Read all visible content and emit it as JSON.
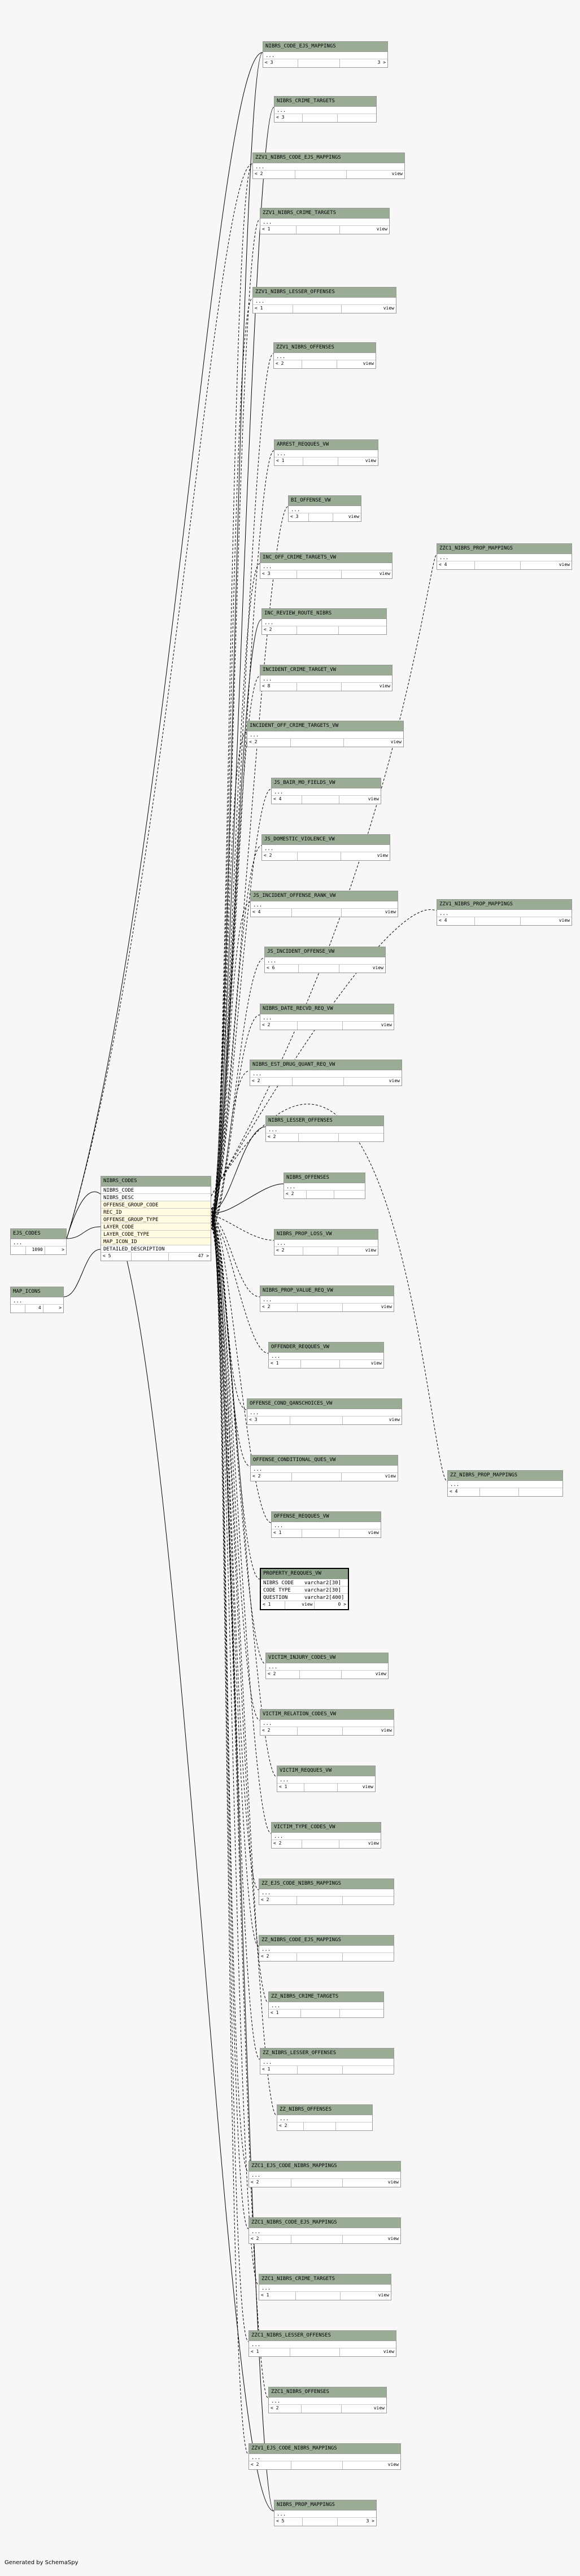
{
  "generated_by": "Generated by SchemaSpy",
  "tables": [
    {
      "name": "EJS_CODES",
      "rows": [
        "..."
      ],
      "footer": [
        "",
        "1090",
        ">"
      ]
    },
    {
      "name": "MAP_ICONS",
      "rows": [
        "..."
      ],
      "footer": [
        "",
        "4",
        ">"
      ]
    },
    {
      "name": "NIBRS_CODES",
      "rows": [
        "NIBRS_CODE",
        "NIBRS_DESC",
        "OFFENSE_GROUP_CODE",
        "REC_ID",
        "OFFENSE_GROUP_TYPE",
        "LAYER_CODE",
        "LAYER_CODE_TYPE",
        "MAP_ICON_ID",
        "DETAILED_DESCRIPTION"
      ],
      "footer": [
        "< 5",
        "",
        "47 >"
      ]
    },
    {
      "name": "NIBRS_CODE_EJS_MAPPINGS",
      "rows": [
        "..."
      ],
      "footer": [
        "< 3",
        "",
        "3 >"
      ]
    },
    {
      "name": "NIBRS_CRIME_TARGETS",
      "rows": [
        "..."
      ],
      "footer": [
        "< 3",
        "",
        ""
      ]
    },
    {
      "name": "ZZV1_NIBRS_CODE_EJS_MAPPINGS",
      "rows": [
        "..."
      ],
      "footer": [
        "< 2",
        "",
        "view"
      ]
    },
    {
      "name": "ZZV1_NIBRS_CRIME_TARGETS",
      "rows": [
        "..."
      ],
      "footer": [
        "< 1",
        "",
        "view"
      ]
    },
    {
      "name": "ZZV1_NIBRS_LESSER_OFFENSES",
      "rows": [
        "..."
      ],
      "footer": [
        "< 1",
        "",
        "view"
      ]
    },
    {
      "name": "ZZV1_NIBRS_OFFENSES",
      "rows": [
        "..."
      ],
      "footer": [
        "< 2",
        "",
        "view"
      ]
    },
    {
      "name": "ARREST_REQQUES_VW",
      "rows": [
        "..."
      ],
      "footer": [
        "< 1",
        "",
        "view"
      ]
    },
    {
      "name": "BI_OFFENSE_VW",
      "rows": [
        "..."
      ],
      "footer": [
        "< 3",
        "",
        "view"
      ]
    },
    {
      "name": "INC_OFF_CRIME_TARGETS_VW",
      "rows": [
        "..."
      ],
      "footer": [
        "< 3",
        "",
        "view"
      ]
    },
    {
      "name": "INC_REVIEW_ROUTE_NIBRS",
      "rows": [
        "..."
      ],
      "footer": [
        "< 2",
        "",
        ""
      ]
    },
    {
      "name": "INCIDENT_CRIME_TARGET_VW",
      "rows": [
        "..."
      ],
      "footer": [
        "< 8",
        "",
        "view"
      ]
    },
    {
      "name": "INCIDENT_OFF_CRIME_TARGETS_VW",
      "rows": [
        "..."
      ],
      "footer": [
        "< 2",
        "",
        "view"
      ]
    },
    {
      "name": "JS_BAIR_MO_FIELDS_VW",
      "rows": [
        "..."
      ],
      "footer": [
        "< 4",
        "",
        "view"
      ]
    },
    {
      "name": "JS_DOMESTIC_VIOLENCE_VW",
      "rows": [
        "..."
      ],
      "footer": [
        "< 2",
        "",
        "view"
      ]
    },
    {
      "name": "JS_INCIDENT_OFFENSE_RANK_VW",
      "rows": [
        "..."
      ],
      "footer": [
        "< 4",
        "",
        "view"
      ]
    },
    {
      "name": "JS_INCIDENT_OFFENSE_VW",
      "rows": [
        "..."
      ],
      "footer": [
        "< 6",
        "",
        "view"
      ]
    },
    {
      "name": "NIBRS_DATE_RECVD_REQ_VW",
      "rows": [
        "..."
      ],
      "footer": [
        "< 2",
        "",
        "view"
      ]
    },
    {
      "name": "NIBRS_EST_DRUG_QUANT_REQ_VW",
      "rows": [
        "..."
      ],
      "footer": [
        "< 2",
        "",
        "view"
      ]
    },
    {
      "name": "NIBRS_LESSER_OFFENSES",
      "rows": [
        "..."
      ],
      "footer": [
        "< 2",
        "",
        ""
      ]
    },
    {
      "name": "NIBRS_OFFENSES",
      "rows": [
        "..."
      ],
      "footer": [
        "< 2",
        "",
        ""
      ]
    },
    {
      "name": "NIBRS_PROP_LOSS_VW",
      "rows": [
        "..."
      ],
      "footer": [
        "< 2",
        "",
        "view"
      ]
    },
    {
      "name": "NIBRS_PROP_VALUE_REQ_VW",
      "rows": [
        "..."
      ],
      "footer": [
        "< 2",
        "",
        "view"
      ]
    },
    {
      "name": "OFFENDER_REQQUES_VW",
      "rows": [
        "..."
      ],
      "footer": [
        "< 1",
        "",
        "view"
      ]
    },
    {
      "name": "OFFENSE_COND_QANSCHOICES_VW",
      "rows": [
        "..."
      ],
      "footer": [
        "< 3",
        "",
        "view"
      ]
    },
    {
      "name": "OFFENSE_CONDITIONAL_QUES_VW",
      "rows": [
        "..."
      ],
      "footer": [
        "< 2",
        "",
        "view"
      ]
    },
    {
      "name": "OFFENSE_REQQUES_VW",
      "rows": [
        "..."
      ],
      "footer": [
        "< 1",
        "",
        "view"
      ]
    },
    {
      "name": "PROPERTY_REQQUES_VW",
      "rows": [
        "..."
      ],
      "footer": [
        "< 1",
        "view",
        "0 >"
      ]
    },
    {
      "name": "VICTIM_INJURY_CODES_VW",
      "rows": [
        "..."
      ],
      "footer": [
        "< 2",
        "",
        "view"
      ]
    },
    {
      "name": "VICTIM_RELATION_CODES_VW",
      "rows": [
        "..."
      ],
      "footer": [
        "< 2",
        "",
        "view"
      ]
    },
    {
      "name": "VICTIM_REQQUES_VW",
      "rows": [
        "..."
      ],
      "footer": [
        "< 1",
        "",
        "view"
      ]
    },
    {
      "name": "VICTIM_TYPE_CODES_VW",
      "rows": [
        "..."
      ],
      "footer": [
        "< 2",
        "",
        "view"
      ]
    },
    {
      "name": "ZZ_EJS_CODE_NIBRS_MAPPINGS",
      "rows": [
        "..."
      ],
      "footer": [
        "< 2",
        "",
        ""
      ]
    },
    {
      "name": "ZZ_NIBRS_CODE_EJS_MAPPINGS",
      "rows": [
        "..."
      ],
      "footer": [
        "< 2",
        "",
        ""
      ]
    },
    {
      "name": "ZZ_NIBRS_CRIME_TARGETS",
      "rows": [
        "..."
      ],
      "footer": [
        "< 1",
        "",
        ""
      ]
    },
    {
      "name": "ZZ_NIBRS_LESSER_OFFENSES",
      "rows": [
        "..."
      ],
      "footer": [
        "< 1",
        "",
        ""
      ]
    },
    {
      "name": "ZZ_NIBRS_OFFENSES",
      "rows": [
        "..."
      ],
      "footer": [
        "< 2",
        "",
        ""
      ]
    },
    {
      "name": "ZZC1_EJS_CODE_NIBRS_MAPPINGS",
      "rows": [
        "..."
      ],
      "footer": [
        "< 2",
        "",
        "view"
      ]
    },
    {
      "name": "ZZC1_NIBRS_CODE_EJS_MAPPINGS",
      "rows": [
        "..."
      ],
      "footer": [
        "< 2",
        "",
        "view"
      ]
    },
    {
      "name": "ZZC1_NIBRS_CRIME_TARGETS",
      "rows": [
        "..."
      ],
      "footer": [
        "< 1",
        "",
        "view"
      ]
    },
    {
      "name": "ZZC1_NIBRS_LESSER_OFFENSES",
      "rows": [
        "..."
      ],
      "footer": [
        "< 1",
        "",
        "view"
      ]
    },
    {
      "name": "ZZC1_NIBRS_OFFENSES",
      "rows": [
        "..."
      ],
      "footer": [
        "< 2",
        "",
        "view"
      ]
    },
    {
      "name": "ZZV1_EJS_CODE_NIBRS_MAPPINGS",
      "rows": [
        "..."
      ],
      "footer": [
        "< 2",
        "",
        "view"
      ]
    },
    {
      "name": "NIBRS_PROP_MAPPINGS",
      "rows": [
        "..."
      ],
      "footer": [
        "< 5",
        "",
        "3 >"
      ]
    },
    {
      "name": "ZZC1_NIBRS_PROP_MAPPINGS",
      "rows": [
        "..."
      ],
      "footer": [
        "< 4",
        "",
        "view"
      ]
    },
    {
      "name": "ZZV1_NIBRS_PROP_MAPPINGS",
      "rows": [
        "..."
      ],
      "footer": [
        "< 4",
        "",
        "view"
      ]
    },
    {
      "name": "ZZ_NIBRS_PROP_MAPPINGS",
      "rows": [
        "..."
      ],
      "footer": [
        "< 4",
        "",
        ""
      ]
    }
  ],
  "property_reqques": {
    "rows": [
      {
        "name": "NIBRS_CODE",
        "type": "varchar2[30]"
      },
      {
        "name": "CODE_TYPE",
        "type": "varchar2[30]"
      },
      {
        "name": "QUESTION",
        "type": "varchar2[400]"
      }
    ]
  },
  "colors": {
    "header": "#9aab96",
    "highlight": "#fffae0",
    "background": "#f7f7f7",
    "line": "#000000"
  }
}
